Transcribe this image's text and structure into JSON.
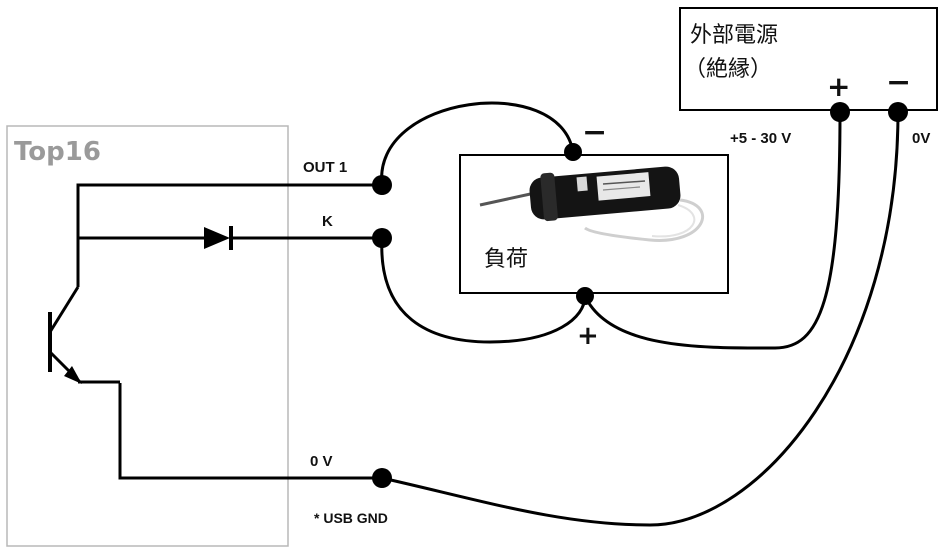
{
  "module": {
    "title": "Top16"
  },
  "terminals": {
    "out1": "OUT 1",
    "k": "K",
    "zero_v": "0 V",
    "usb_gnd": "* USB GND"
  },
  "load": {
    "label": "負荷",
    "minus_sign": "−",
    "plus_sign": "+"
  },
  "power_supply": {
    "label_line1": "外部電源",
    "label_line2": "（絶縁）",
    "plus_sign": "+",
    "minus_sign": "−",
    "voltage_plus": "+5 - 30 V",
    "voltage_minus": "0V"
  },
  "colors": {
    "wire": "#000000",
    "module_border": "#b8b8b8",
    "logo_text": "#9a9a9a",
    "box_border": "#000000"
  }
}
